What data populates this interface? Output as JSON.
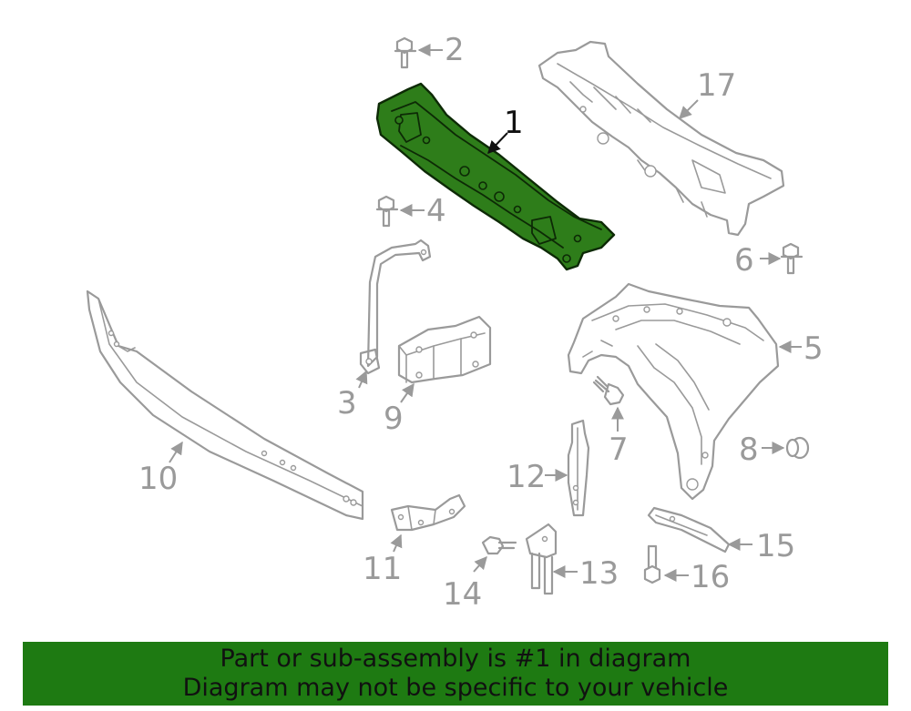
{
  "diagram": {
    "highlighted_part": "1",
    "callouts": {
      "c1": "1",
      "c2": "2",
      "c3": "3",
      "c4": "4",
      "c5": "5",
      "c6": "6",
      "c7": "7",
      "c8": "8",
      "c9": "9",
      "c10": "10",
      "c11": "11",
      "c12": "12",
      "c13": "13",
      "c14": "14",
      "c15": "15",
      "c16": "16",
      "c17": "17"
    },
    "colors": {
      "highlight": "#2e7d1a",
      "outline": "#9a9a9a",
      "banner": "#1e7a12"
    }
  },
  "banner": {
    "line1": "Part or sub-assembly is #1 in diagram",
    "line2": "Diagram may not be specific to your vehicle"
  }
}
